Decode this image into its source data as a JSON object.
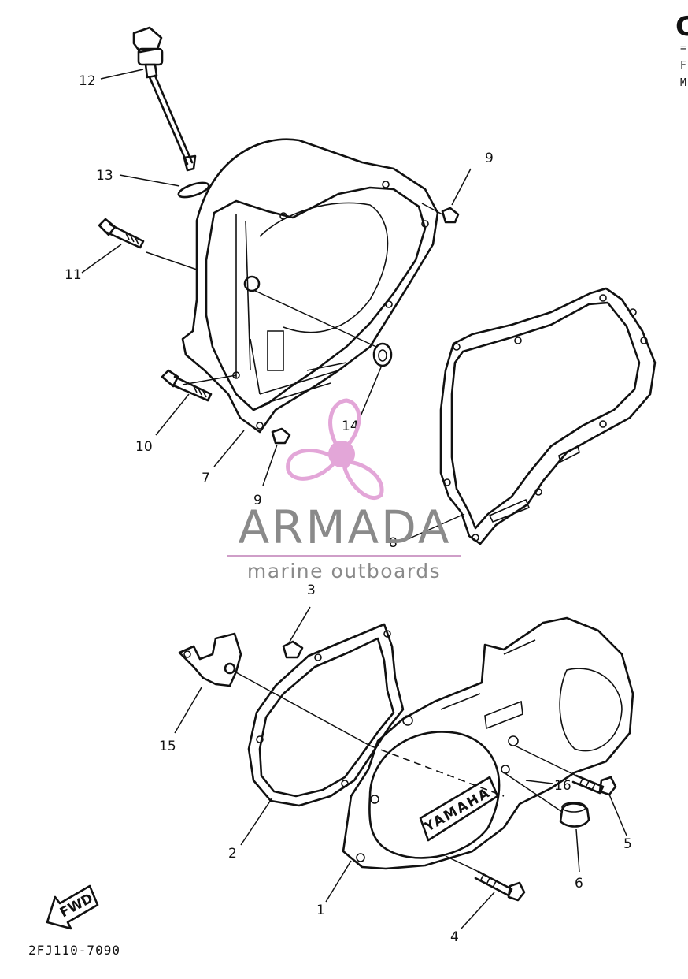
{
  "diagram": {
    "drawing_code": "2FJ110-7090",
    "fwd_label": "FWD",
    "cover_badge": "YAMAHA",
    "corner_fragment": {
      "letter": "C",
      "lines": [
        "=",
        "F",
        "M"
      ]
    },
    "callouts": {
      "c1": "1",
      "c2": "2",
      "c3": "3",
      "c4": "4",
      "c5": "5",
      "c6": "6",
      "c7": "7",
      "c8": "8",
      "c9a": "9",
      "c9b": "9",
      "c10": "10",
      "c11": "11",
      "c12": "12",
      "c13": "13",
      "c14": "14",
      "c15": "15",
      "c16": "16"
    }
  },
  "watermark": {
    "brand": "ARMADA",
    "tagline": "marine outboards",
    "colors": {
      "pink": "#e3a6d8",
      "pink_dark": "#cf7fc3",
      "grey": "#8a8a8a"
    }
  }
}
